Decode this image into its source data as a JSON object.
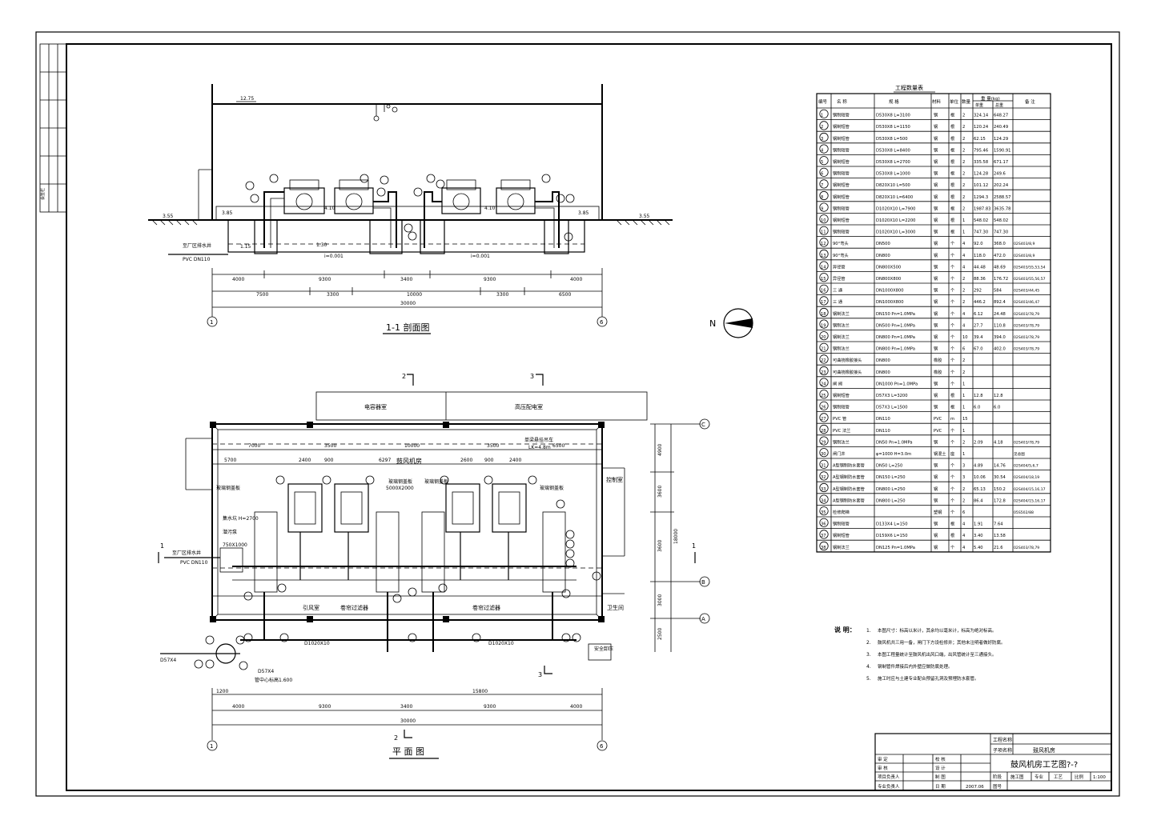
{
  "section_title": "1-1 剖面图",
  "plan_title": "平 面 图",
  "north_label": "N",
  "section": {
    "elev_top": "12.75",
    "elev_ground_left": "3.55",
    "elev_ground_right": "3.55",
    "elev_inner_left": "3.85",
    "elev_inner_right": "3.85",
    "elev_410_a": "4.10",
    "elev_410_b": "4.10",
    "elev_115": "1.15",
    "elev_130": "1.30",
    "slope_a": "i=0.001",
    "slope_b": "i=0.001",
    "drain_label": "至厂区排水井",
    "pvc_label": "PVC DN110",
    "dims_row1": [
      "4000",
      "9300",
      "3400",
      "9300",
      "4000"
    ],
    "dims_row2": [
      "7500",
      "3300",
      "10000",
      "3300",
      "6500"
    ],
    "dims_total": "30000",
    "axis_left": "1",
    "axis_right": "6"
  },
  "plan": {
    "room_electrical": "电容器室",
    "room_hv": "高压配电室",
    "room_blower": "鼓风机房",
    "room_control": "控制室",
    "room_intake": "引风室",
    "room_toilet": "卫生间",
    "filter_a": "卷帘过滤器",
    "filter_b": "卷帘过滤器",
    "panel_labels": [
      "玻璃钢盖板",
      "玻璃钢盖板",
      "玻璃钢盖板",
      "玻璃钢盖板"
    ],
    "panel_size": "5000X2000",
    "crane": "单梁悬挂吊车",
    "crane_spec": "LK=4.8m",
    "pipe_main": "D1020X10",
    "pipe_main_b": "D1020X10",
    "safety_valve": "安全卸压",
    "pipe_left": "D57X4",
    "drain_label": "至厂区排水井",
    "pvc_label": "PVC DN110",
    "sump_label": "集水坑 H=2700",
    "sump_size": "750X1000",
    "pump_note": "潜污泵",
    "pipe_spec": "D57X4",
    "bottom_elev": "管中心标高1.600",
    "top_dims": [
      "7000",
      "3500",
      "10000",
      "3500",
      "6500"
    ],
    "top_dims2": [
      "5700",
      "2400",
      "900",
      "6297",
      "2600",
      "900",
      "2400"
    ],
    "dims_row1": [
      "4000",
      "9300",
      "3400",
      "9300",
      "4000"
    ],
    "dims_total": "30000",
    "dims_left": [
      "1200",
      "15800"
    ],
    "right_dims": [
      "4900",
      "3600",
      "3600",
      "3000",
      "2500"
    ],
    "right_total": "18000",
    "axis_left": "1",
    "axis_right": "6",
    "axis_c": "C",
    "axis_b": "B",
    "axis_a": "A",
    "cut_2": "2",
    "cut_3": "3",
    "cut_1": "1"
  },
  "table": {
    "title": "工程数量表",
    "headers": [
      "编号",
      "名 称",
      "规 格",
      "材料",
      "单位",
      "数量",
      "重 量(kg)",
      "备 注"
    ],
    "sub_headers": [
      "单重",
      "总重"
    ],
    "rows": [
      [
        "1",
        "钢制短管",
        "D530X8  L=3100",
        "钢",
        "根",
        "2",
        "324.14",
        "648.27",
        ""
      ],
      [
        "2",
        "钢制短管",
        "D530X8  L=1150",
        "钢",
        "根",
        "2",
        "120.24",
        "240.49",
        ""
      ],
      [
        "3",
        "钢制短管",
        "D530X8  L=500",
        "钢",
        "根",
        "2",
        "62.15",
        "124.29",
        ""
      ],
      [
        "4",
        "钢制短管",
        "D530X8  L=8400",
        "钢",
        "根",
        "2",
        "795.46",
        "1590.91",
        ""
      ],
      [
        "5",
        "钢制短管",
        "D530X8  L=2700",
        "钢",
        "根",
        "2",
        "335.58",
        "671.17",
        ""
      ],
      [
        "6",
        "钢制短管",
        "D530X8  L=1000",
        "钢",
        "根",
        "2",
        "124.28",
        "249.6",
        ""
      ],
      [
        "7",
        "钢制短管",
        "D820X10  L=500",
        "钢",
        "根",
        "2",
        "101.12",
        "202.24",
        ""
      ],
      [
        "8",
        "钢制短管",
        "D820X10  L=6400",
        "钢",
        "根",
        "2",
        "1294.3",
        "2588.57",
        ""
      ],
      [
        "9",
        "钢制短管",
        "D1020X10  L=7900",
        "钢",
        "根",
        "2",
        "1987.83",
        "3635.78",
        ""
      ],
      [
        "10",
        "钢制短管",
        "D1020X10  L=2200",
        "钢",
        "根",
        "1",
        "548.02",
        "548.02",
        ""
      ],
      [
        "11",
        "钢制短管",
        "D1020X10  L=3000",
        "钢",
        "根",
        "1",
        "747.30",
        "747.30",
        ""
      ],
      [
        "12",
        "90°弯头",
        "DN500",
        "钢",
        "个",
        "4",
        "92.0",
        "368.0",
        "02S403/8,9"
      ],
      [
        "13",
        "90°弯头",
        "DN800",
        "钢",
        "个",
        "4",
        "118.0",
        "472.0",
        "02S403/8,9"
      ],
      [
        "14",
        "异径管",
        "DN800X500",
        "钢",
        "个",
        "4",
        "44.48",
        "48.69",
        "02S403/55,53,54"
      ],
      [
        "15",
        "异径管",
        "DN800X800",
        "钢",
        "个",
        "2",
        "88.36",
        "176.72",
        "02S403/55,56,57"
      ],
      [
        "16",
        "三 通",
        "DN1000X800",
        "钢",
        "个",
        "2",
        "292",
        "584",
        "02S403/44,45"
      ],
      [
        "17",
        "三 通",
        "DN1000X800",
        "钢",
        "个",
        "2",
        "446.2",
        "892.4",
        "02S403/46,47"
      ],
      [
        "18",
        "钢制法兰",
        "DN150  Pn=1.0MPa",
        "钢",
        "个",
        "4",
        "6.12",
        "24.48",
        "02S403/78,79"
      ],
      [
        "19",
        "钢制法兰",
        "DN500  Pn=1.0MPa",
        "钢",
        "个",
        "4",
        "27.7",
        "110.8",
        "02S403/78,79"
      ],
      [
        "20",
        "钢制法兰",
        "DN800  Pn=1.0MPa",
        "钢",
        "个",
        "10",
        "39.4",
        "394.0",
        "02S403/78,79"
      ],
      [
        "21",
        "钢制法兰",
        "DN800  Pn=1.0MPa",
        "钢",
        "个",
        "6",
        "67.0",
        "402.0",
        "02S403/78,79"
      ],
      [
        "22",
        "可曲挠橡胶接头",
        "DN800",
        "橡胶",
        "个",
        "2",
        "",
        "",
        ""
      ],
      [
        "23",
        "可曲挠橡胶接头",
        "DN800",
        "橡胶",
        "个",
        "2",
        "",
        "",
        ""
      ],
      [
        "24",
        "闸 阀",
        "DN1000  Pn=1.0MPa",
        "钢",
        "个",
        "1",
        "",
        "",
        ""
      ],
      [
        "25",
        "钢制短管",
        "D57X3  L=3200",
        "钢",
        "根",
        "1",
        "12.8",
        "12.8",
        ""
      ],
      [
        "26",
        "钢制短管",
        "D57X3  L=1500",
        "钢",
        "根",
        "1",
        "6.0",
        "6.0",
        ""
      ],
      [
        "27",
        "PVC 管",
        "DN110",
        "PVC",
        "m",
        "15",
        "",
        "",
        ""
      ],
      [
        "28",
        "PVC 法兰",
        "DN110",
        "PVC",
        "个",
        "1",
        "",
        "",
        ""
      ],
      [
        "29",
        "钢制法兰",
        "DN50  Pn=1.0MPa",
        "钢",
        "个",
        "2",
        "2.09",
        "4.18",
        "02S403/78,79"
      ],
      [
        "30",
        "闸门井",
        "φ=1000  H=3.0m",
        "钢混土",
        "座",
        "1",
        "",
        "",
        "见总图"
      ],
      [
        "31",
        "A型钢制防水套管",
        "DN50  L=250",
        "钢",
        "个",
        "3",
        "4.89",
        "14.76",
        "02S404/5,6,7"
      ],
      [
        "32",
        "A型钢制防水套管",
        "DN150  L=250",
        "钢",
        "个",
        "3",
        "10.06",
        "30.54",
        "02S404/18,19"
      ],
      [
        "33",
        "A型钢制防水套管",
        "DN800  L=250",
        "钢",
        "个",
        "2",
        "65.13",
        "150.2",
        "02S404/15,16,17"
      ],
      [
        "34",
        "A型钢制防水套管",
        "DN800  L=250",
        "钢",
        "个",
        "2",
        "86.4",
        "172.8",
        "02S404/15,16,17"
      ],
      [
        "35",
        "检修爬梯",
        "",
        "塑钢",
        "个",
        "6",
        "",
        "",
        "05S502/88"
      ],
      [
        "36",
        "钢制短管",
        "D133X4  L=150",
        "钢",
        "根",
        "4",
        "1.91",
        "7.64",
        ""
      ],
      [
        "37",
        "钢制短管",
        "D159X6  L=150",
        "钢",
        "根",
        "4",
        "3.40",
        "13.58",
        ""
      ],
      [
        "38",
        "钢制法兰",
        "DN125  Pn=1.0MPa",
        "钢",
        "个",
        "4",
        "5.40",
        "21.6",
        "02S403/78,79"
      ]
    ]
  },
  "notes": {
    "title": "说 明：",
    "items": [
      [
        "1.",
        "本图尺寸：标高以米计，其余均以毫米计，标高为绝对标高。"
      ],
      [
        "2.",
        "鼓风机共三用一备，闸门下方设检修井；其他未注明者做好防腐。"
      ],
      [
        "3.",
        "本图工程量统计至鼓风机出风口端，出风管统计至三通接头。"
      ],
      [
        "4.",
        "钢制管件焊接后内外壁应做防腐处理。"
      ],
      [
        "5.",
        "施工时应与土建专业配合预留孔洞及预埋防水套管。"
      ]
    ]
  },
  "title_block": {
    "project_label": "工程名称",
    "subproject_label": "子项名称",
    "subproject_name": "鼓风机房",
    "drawing_title": "鼓风机房工艺图?-?",
    "left_labels": [
      "审 定",
      "审 核",
      "项目负责人",
      "专业负责人"
    ],
    "right_labels": [
      "校 核",
      "设 计",
      "制 图",
      "日 期"
    ],
    "date": "2007.06",
    "stage_label": "阶段",
    "stage_value": "施工图",
    "discipline_label": "专业",
    "discipline_value": "工艺",
    "scale_label": "比例",
    "scale_value": "1:100",
    "drawing_no_label": "图号"
  },
  "side_strip": {
    "labels": [
      "会签栏",
      "",
      "",
      "",
      ""
    ]
  }
}
